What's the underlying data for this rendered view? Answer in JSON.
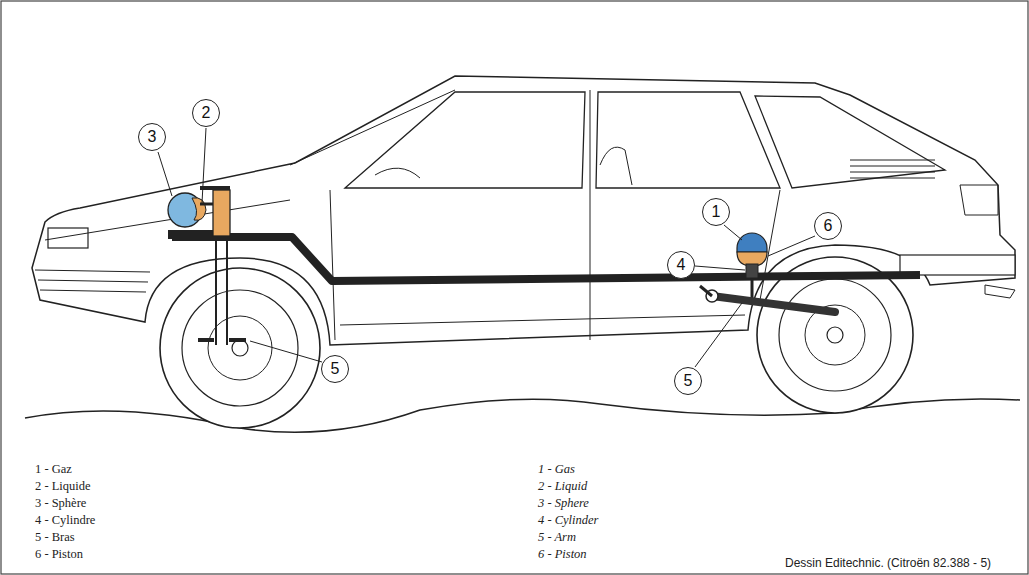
{
  "diagram": {
    "nodes": [
      {
        "text": [
          "3"
        ]
      },
      {
        "text": [
          "2"
        ]
      },
      {
        "text": [
          "1"
        ]
      },
      {
        "text": [
          "6"
        ]
      },
      {
        "text": [
          "4"
        ]
      },
      {
        "text": [
          "5"
        ]
      },
      {
        "text": [
          "5"
        ]
      }
    ],
    "labels": [
      "1 - Gaz",
      "2 - Liquide",
      "3 - Sphère",
      "4 - Cylindre",
      "5 - Bras",
      "6 - Piston",
      "1 - Gas",
      "2 - Liquid",
      "3 - Sphere",
      "4 - Cylinder",
      "5 - Arm",
      "6 - Piston",
      "Dessin Editechnic. (Citroën 82.388 - 5)"
    ]
  }
}
